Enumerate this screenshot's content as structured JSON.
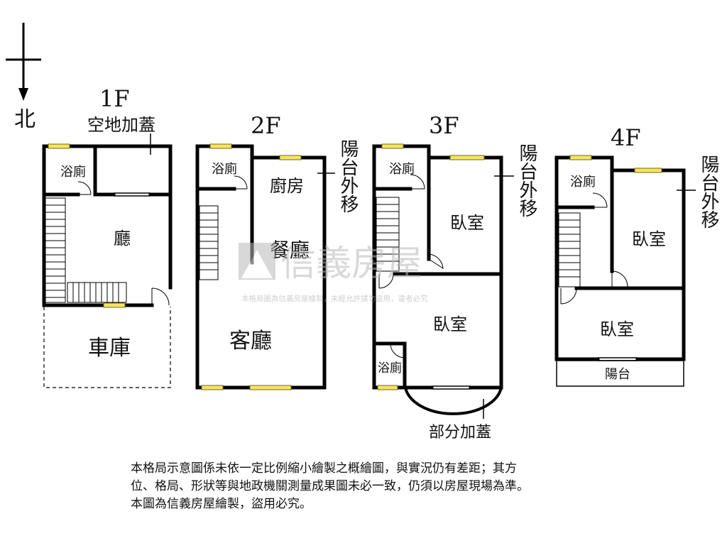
{
  "compass": {
    "north": "北"
  },
  "floors": {
    "f1": {
      "label": "1F",
      "rooms": {
        "bath": "浴廁",
        "annex": "空地加蓋",
        "living": "廳",
        "garage": "車庫"
      }
    },
    "f2": {
      "label": "2F",
      "rooms": {
        "bath": "浴廁",
        "kitchen": "廚房",
        "dining": "餐廳",
        "living": "客廳",
        "balcony_note": "陽台外移"
      }
    },
    "f3": {
      "label": "3F",
      "rooms": {
        "bath_top": "浴廁",
        "bedroom_top": "臥室",
        "bedroom_bottom": "臥室",
        "bath_bottom": "浴廁",
        "balcony_note": "陽台外移",
        "partial_annex": "部分加蓋"
      }
    },
    "f4": {
      "label": "4F",
      "rooms": {
        "bath": "浴廁",
        "bedroom_top": "臥室",
        "bedroom_bottom": "臥室",
        "balcony": "陽台",
        "balcony_note": "陽台外移"
      }
    }
  },
  "watermark": {
    "brand": "信義房屋",
    "notice": "本格局圖為信義房屋繪製，未經允許請勿盜用，違者必究"
  },
  "disclaimer": {
    "line1": "本格局示意圖係未依一定比例縮小繪製之概繪圖，與實況仍有差距；其方",
    "line2": "位、格局、形狀等與地政機關測量成果圖未必一致，仍須以房屋現場為準。",
    "line3": "本圖為信義房屋繪製，盜用必究。"
  }
}
